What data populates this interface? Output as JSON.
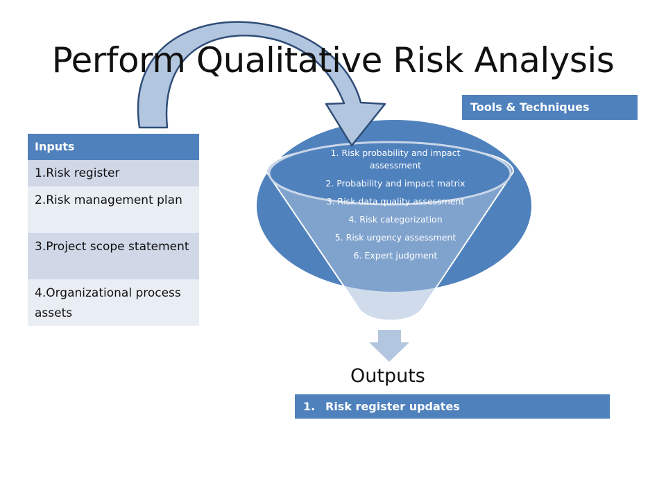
{
  "title": "Perform Qualitative Risk Analysis",
  "inputs": {
    "header": "Inputs",
    "items": [
      "1.Risk register",
      "2.Risk management plan",
      "3.Project scope statement",
      "4.Organizational process assets"
    ]
  },
  "tools": {
    "header": "Tools & Techniques",
    "items": [
      "1. Risk probability and impact assessment",
      "2. Probability and impact matrix",
      "3. Risk data quality assessment",
      "4. Risk categorization",
      "5. Risk urgency assessment",
      "6. Expert judgment"
    ]
  },
  "outputs": {
    "label": "Outputs",
    "item_number": "1.",
    "item_text": "Risk register updates"
  },
  "colors": {
    "accent": "#4f81bd",
    "arrow_fill": "#b3c6e0",
    "arrow_stroke": "#2f4d77",
    "row_dark": "#d0d8e8",
    "row_light": "#e9edf4"
  }
}
